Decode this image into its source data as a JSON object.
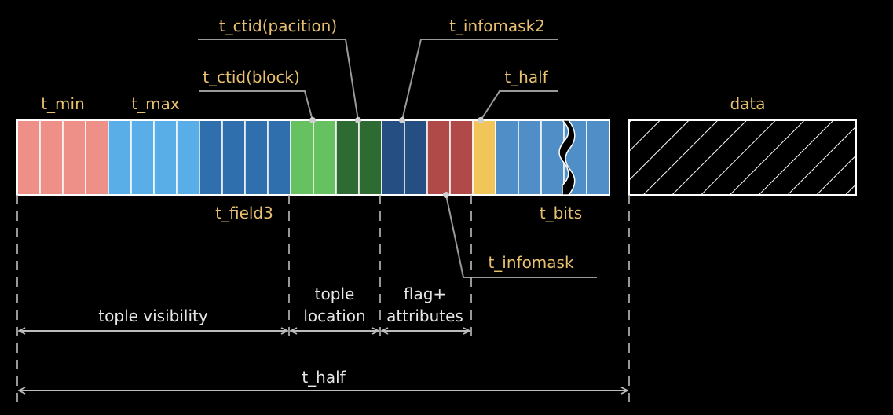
{
  "colors": {
    "background": "#000000",
    "label": "#e8c070",
    "caption": "#e6e6e6",
    "line": "#bdbdbd",
    "outline": "#ffffff",
    "pink": "#ee8f88",
    "light_blue": "#5aaee8",
    "dark_blue": "#2f6fae",
    "light_green": "#66c160",
    "dark_green": "#2e6b33",
    "navy": "#254f82",
    "red": "#b04a48",
    "yellow": "#f1c55a",
    "mid_blue": "#4f8ec7"
  },
  "labels": {
    "t_min": "t_min",
    "t_max": "t_max",
    "t_ctid_block": "t_ctid(block)",
    "t_ctid_pacition": "t_ctid(pacition)",
    "t_infomask2": "t_infomask2",
    "t_half_top": "t_half",
    "data": "data",
    "t_field3": "t_field3",
    "t_bits": "t_bits",
    "t_infomask": "t_infomask"
  },
  "spans": {
    "tople_visibility": "tople visibility",
    "tople_location_1": "tople",
    "tople_location_2": "location",
    "flag_attr_1": "flag+",
    "flag_attr_2": "attributes",
    "t_half_bottom": "t_half"
  },
  "cells": [
    {
      "field": "t_min",
      "color": "pink"
    },
    {
      "field": "t_min",
      "color": "pink"
    },
    {
      "field": "t_min",
      "color": "pink"
    },
    {
      "field": "t_min",
      "color": "pink"
    },
    {
      "field": "t_max",
      "color": "light_blue"
    },
    {
      "field": "t_max",
      "color": "light_blue"
    },
    {
      "field": "t_max",
      "color": "light_blue"
    },
    {
      "field": "t_max",
      "color": "light_blue"
    },
    {
      "field": "t_field3",
      "color": "dark_blue"
    },
    {
      "field": "t_field3",
      "color": "dark_blue"
    },
    {
      "field": "t_field3",
      "color": "dark_blue"
    },
    {
      "field": "t_field3",
      "color": "dark_blue"
    },
    {
      "field": "t_ctid(block)",
      "color": "light_green"
    },
    {
      "field": "t_ctid(block)",
      "color": "light_green"
    },
    {
      "field": "t_ctid(pacition)",
      "color": "dark_green"
    },
    {
      "field": "t_ctid(pacition)",
      "color": "dark_green"
    },
    {
      "field": "t_infomask2",
      "color": "navy"
    },
    {
      "field": "t_infomask2",
      "color": "navy"
    },
    {
      "field": "t_infomask",
      "color": "red"
    },
    {
      "field": "t_infomask",
      "color": "red"
    },
    {
      "field": "t_half",
      "color": "yellow"
    },
    {
      "field": "t_bits",
      "color": "mid_blue"
    },
    {
      "field": "t_bits",
      "color": "mid_blue"
    },
    {
      "field": "t_bits",
      "color": "mid_blue"
    },
    {
      "field": "t_bits",
      "color": "mid_blue"
    },
    {
      "field": "t_bits",
      "color": "mid_blue"
    }
  ]
}
